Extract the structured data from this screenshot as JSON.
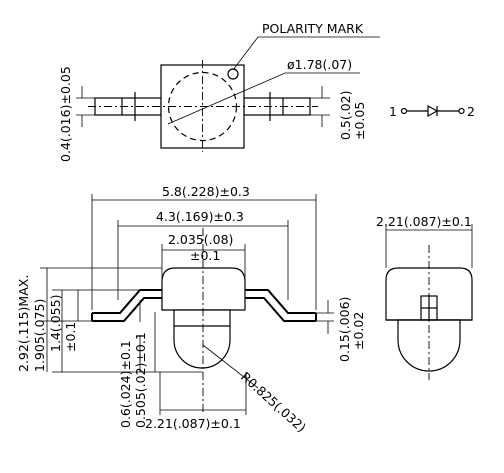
{
  "labels": {
    "polarity_mark": "POLARITY MARK",
    "diameter": "ø1.78(.07)",
    "top_left_dim": "0.4(.016)±0.05",
    "top_right_dim_a": "0.5(.02)",
    "top_right_dim_b": "±0.05",
    "pin1": "1",
    "pin2": "2",
    "overall_width": "5.8(.228)±0.3",
    "inner_width": "4.3(.169)±0.3",
    "body_width_a": "2.035(.08)",
    "body_width_b": "±0.1",
    "max_height": "2.92(.115)MAX.",
    "height_1905": "1.905(.075)",
    "height_14_a": "1.4(.055)",
    "height_14_b": "±0.1",
    "lead_thick_a": "0.15(.006)",
    "lead_thick_b": "±0.02",
    "dim_06": "0.6(.024)±0.1",
    "dim_0505": "0.505(.02)±0.1",
    "lens_width": "2.21(.087)±0.1",
    "radius": "R0.825(.032)",
    "side_width": "2.21(.087)±0.1"
  }
}
